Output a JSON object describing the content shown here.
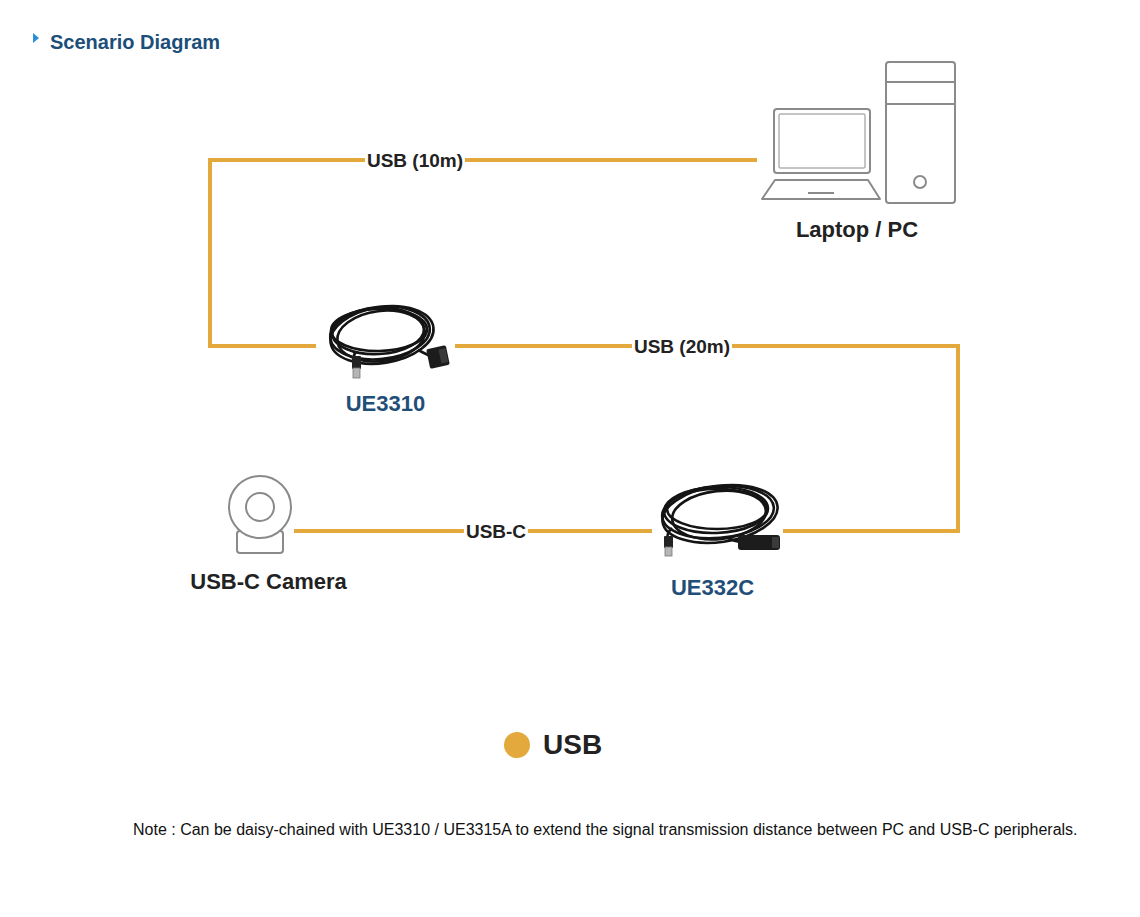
{
  "diagram": {
    "title": "Scenario Diagram",
    "nodes": [
      {
        "text": [
          "Laptop / PC"
        ]
      },
      {
        "text": [
          "UE3310"
        ]
      },
      {
        "text": [
          "USB-C Camera"
        ]
      },
      {
        "text": [
          "UE332C"
        ]
      }
    ],
    "edges": [
      {
        "from": 0,
        "to": 1,
        "label": "USB (10m)",
        "arrow": "none"
      },
      {
        "from": 1,
        "to": 3,
        "label": "USB (20m)",
        "arrow": "none"
      },
      {
        "from": 3,
        "to": 2,
        "label": "USB-C",
        "arrow": "none"
      }
    ],
    "labels": [
      "Note : Can be daisy-chained with UE3310 / UE3315A to extend the signal transmission distance between PC and USB-C peripherals."
    ],
    "legend": [
      {
        "text": "USB",
        "color": "#E4A93C"
      }
    ]
  }
}
